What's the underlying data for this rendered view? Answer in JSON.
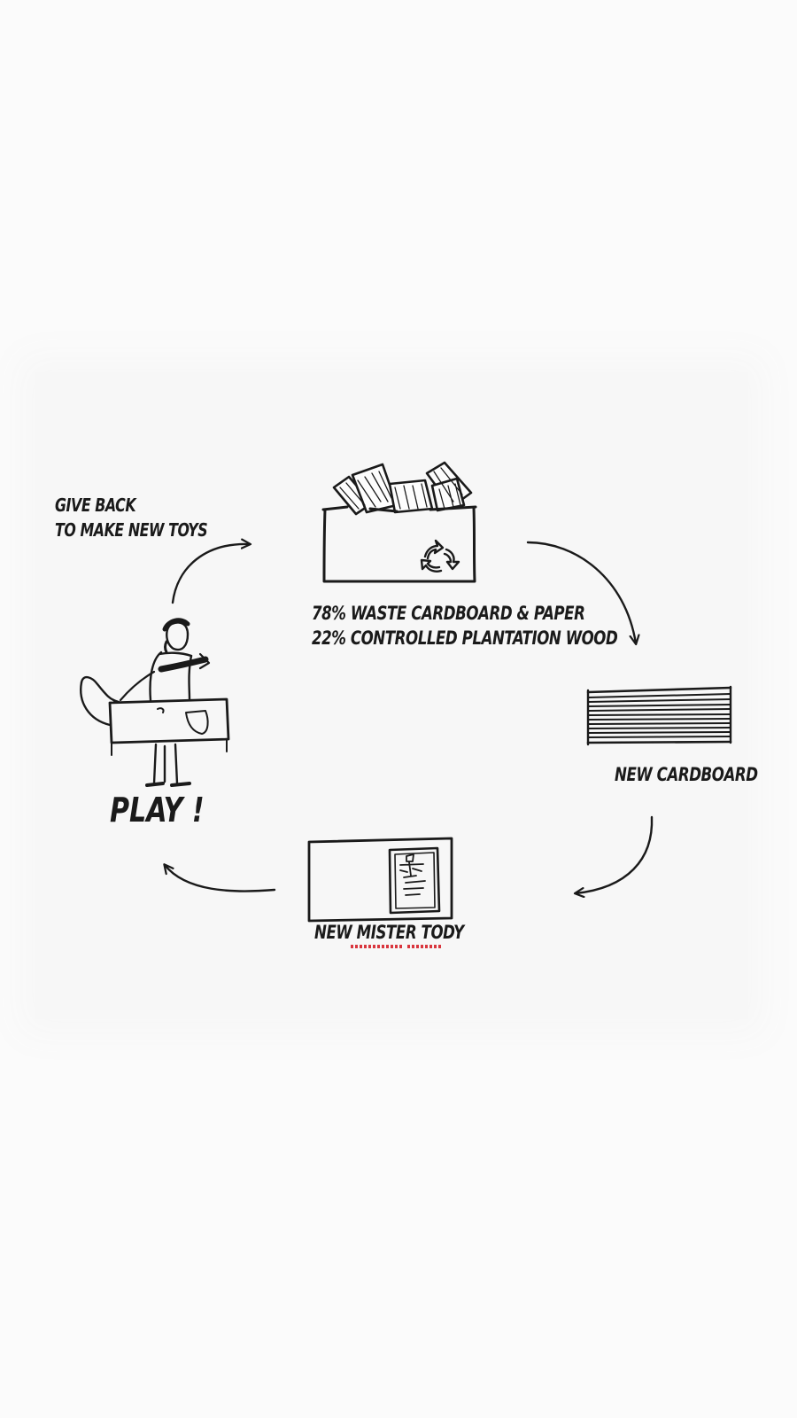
{
  "diagram": {
    "steps": {
      "give_back": {
        "line1": "GIVE BACK",
        "line2": "TO MAKE NEW TOYS"
      },
      "materials": {
        "line1": "78% WASTE CARDBOARD & PAPER",
        "line2": "22% CONTROLLED PLANTATION WOOD"
      },
      "new_cardboard": "NEW CARDBOARD",
      "new_mister_tody": "NEW MISTER TODY",
      "play": "PLAY !"
    },
    "icons": [
      "recycle-bin-icon",
      "cardboard-stack-icon",
      "toy-package-icon",
      "child-playing-icon",
      "cycle-arrow-icon"
    ],
    "colors": {
      "ink": "#1a1a1a",
      "background": "#fbfbfb",
      "spellcheck": "#d9363e"
    }
  }
}
